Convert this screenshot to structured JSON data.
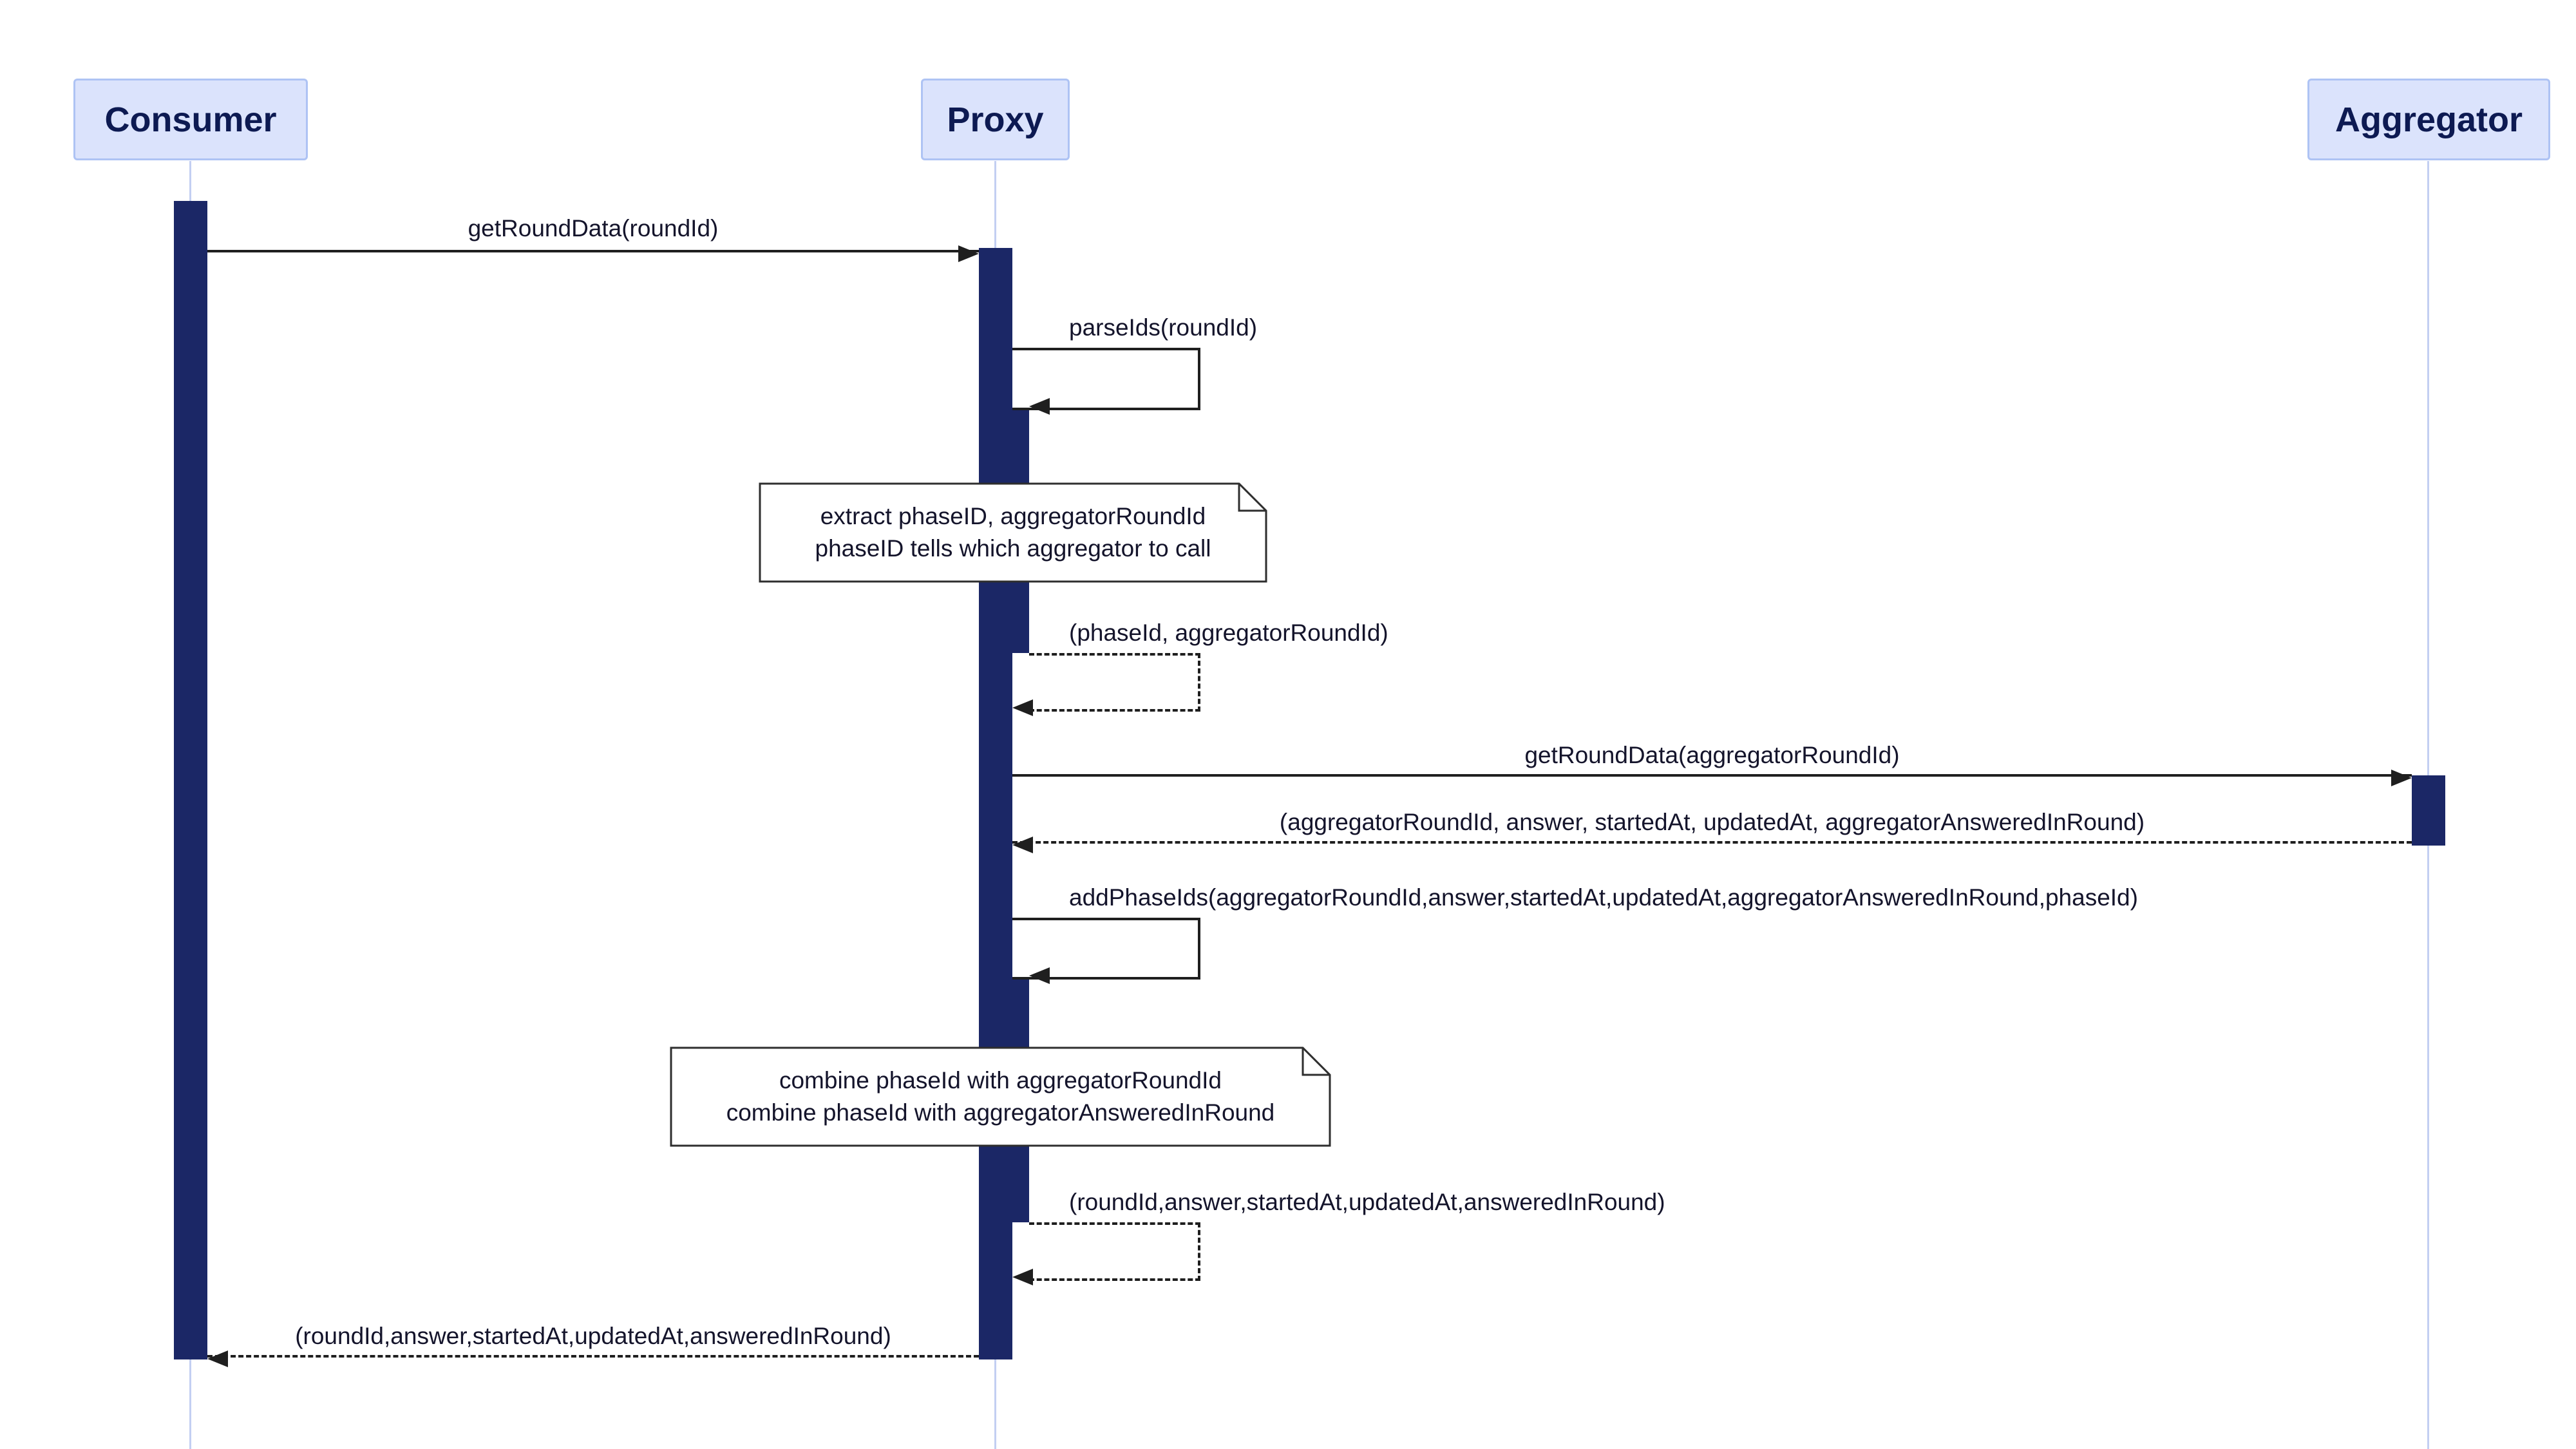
{
  "diagram": {
    "type": "sequence-diagram",
    "participants": [
      {
        "id": "consumer",
        "label": "Consumer"
      },
      {
        "id": "proxy",
        "label": "Proxy"
      },
      {
        "id": "aggregator",
        "label": "Aggregator"
      }
    ],
    "messages": [
      {
        "id": "m1",
        "label": "getRoundData(roundId)",
        "from": "Consumer",
        "to": "Proxy",
        "style": "solid"
      },
      {
        "id": "m2",
        "label": "parseIds(roundId)",
        "from": "Proxy",
        "to": "Proxy",
        "style": "solid"
      },
      {
        "id": "m3",
        "label": "(phaseId, aggregatorRoundId)",
        "from": "Proxy",
        "to": "Proxy",
        "style": "dashed"
      },
      {
        "id": "m4",
        "label": "getRoundData(aggregatorRoundId)",
        "from": "Proxy",
        "to": "Aggregator",
        "style": "solid"
      },
      {
        "id": "m5",
        "label": "(aggregatorRoundId, answer, startedAt, updatedAt, aggregatorAnsweredInRound)",
        "from": "Aggregator",
        "to": "Proxy",
        "style": "dashed"
      },
      {
        "id": "m6",
        "label": "addPhaseIds(aggregatorRoundId,answer,startedAt,updatedAt,aggregatorAnsweredInRound,phaseId)",
        "from": "Proxy",
        "to": "Proxy",
        "style": "solid"
      },
      {
        "id": "m7",
        "label": "(roundId,answer,startedAt,updatedAt,answeredInRound)",
        "from": "Proxy",
        "to": "Proxy",
        "style": "dashed"
      },
      {
        "id": "m8",
        "label": "(roundId,answer,startedAt,updatedAt,answeredInRound)",
        "from": "Proxy",
        "to": "Consumer",
        "style": "dashed"
      }
    ],
    "notes": [
      {
        "over": "Proxy",
        "lines": [
          "extract phaseID, aggregatorRoundId",
          "phaseID tells which aggregator to call"
        ]
      },
      {
        "over": "Proxy",
        "lines": [
          "combine phaseId with aggregatorRoundId",
          "combine phaseId with aggregatorAnsweredInRound"
        ]
      }
    ],
    "colors": {
      "participant_bg": "#dbe3fc",
      "participant_border": "#aec3f4",
      "participant_text": "#0d1a52",
      "activation": "#1b2766",
      "lifeline": "#c3cff2",
      "arrow": "#1f1f1f",
      "message_text": "#14142b",
      "note_bg": "#ffffff",
      "note_border": "#2e2e2e"
    }
  }
}
